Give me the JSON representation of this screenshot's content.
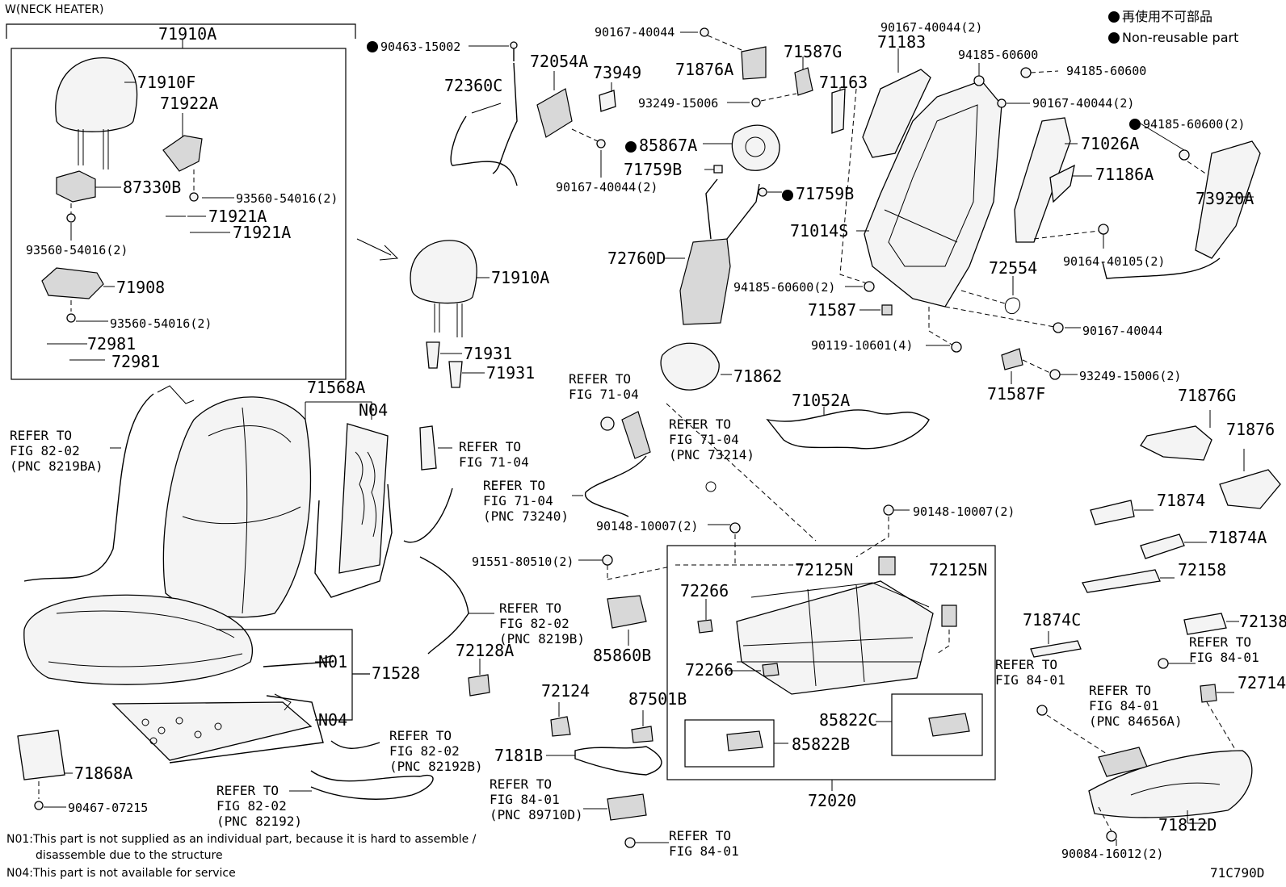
{
  "variant_title": "W(NECK HEATER)",
  "figure_code": "71C790D",
  "legend": {
    "line1": "再使用不可部品",
    "line2": "Non-reusable part"
  },
  "notes": {
    "n01_line1": "N01:This part is not supplied as an individual part, because it is hard to assemble /",
    "n01_line2": "disassemble due to the structure",
    "n04": "N04:This part is not available for service"
  },
  "callouts": {
    "p71910A_box": "71910A",
    "p71910F": "71910F",
    "p71922A": "71922A",
    "p87330B": "87330B",
    "p93560_1": "93560-54016(2)",
    "p93560_2": "93560-54016(2)",
    "p93560_3": "93560-54016(2)",
    "p71921A_1": "71921A",
    "p71921A_2": "71921A",
    "p71908": "71908",
    "p72981_1": "72981",
    "p72981_2": "72981",
    "p90463": "90463-15002",
    "p72360C": "72360C",
    "p72054A": "72054A",
    "p73949": "73949",
    "p90167_a": "90167-40044",
    "p71876A": "71876A",
    "p71587G": "71587G",
    "p90167_b": "90167-40044(2)",
    "p71183": "71183",
    "p94185_a": "94185-60600",
    "p94185_b": "94185-60600",
    "p71163": "71163",
    "p93249_a": "93249-15006",
    "p90167_c": "90167-40044(2)",
    "p94185_c": "94185-60600(2)",
    "p85867A": "85867A",
    "p71026A": "71026A",
    "p71759B_1": "71759B",
    "p71759B_2": "71759B",
    "p90167_d": "90167-40044(2)",
    "p71186A": "71186A",
    "p73920A": "73920A",
    "p71014S": "71014S",
    "p72760D": "72760D",
    "p90164": "90164-40105(2)",
    "p72554": "72554",
    "p94185_d": "94185-60600(2)",
    "p71587": "71587",
    "p90167_e": "90167-40044",
    "p90119": "90119-10601(4)",
    "p93249_b": "93249-15006(2)",
    "p71587F": "71587F",
    "p71910A_mid": "71910A",
    "p71931_1": "71931",
    "p71931_2": "71931",
    "p71862": "71862",
    "p71052A": "71052A",
    "p71876G": "71876G",
    "p71876": "71876",
    "p71568A": "71568A",
    "p_n04_top": "N04",
    "p71874": "71874",
    "p71874A": "71874A",
    "p90148_a": "90148-10007(2)",
    "p90148_b": "90148-10007(2)",
    "p91551": "91551-80510(2)",
    "p72125N_1": "72125N",
    "p72125N_2": "72125N",
    "p72158": "72158",
    "p72266_1": "72266",
    "p72266_2": "72266",
    "p72138": "72138",
    "p71874C": "71874C",
    "p72714": "72714",
    "p85860B": "85860B",
    "p72128A": "72128A",
    "p_n01": "N01",
    "p71528": "71528",
    "p_n04_bot": "N04",
    "p72124": "72124",
    "p87501B": "87501B",
    "p7181B": "7181B",
    "p85822C": "85822C",
    "p85822B": "85822B",
    "p71868A": "71868A",
    "p90467": "90467-07215",
    "p72020": "72020",
    "p71812D": "71812D",
    "p90084": "90084-16012(2)"
  },
  "refs": {
    "r_82_02_8219BA": "REFER TO\nFIG 82-02\n(PNC 8219BA)",
    "r_71_04_a": "REFER TO\nFIG 71-04",
    "r_71_04_b": "REFER TO\nFIG 71-04",
    "r_71_04_73214": "REFER TO\nFIG 71-04\n(PNC 73214)",
    "r_71_04_73240": "REFER TO\nFIG 71-04\n(PNC 73240)",
    "r_82_02_8219B": "REFER TO\nFIG 82-02\n(PNC 8219B)",
    "r_82_02_82192B": "REFER TO\nFIG 82-02\n(PNC 82192B)",
    "r_82_02_82192": "REFER TO\nFIG 82-02\n(PNC 82192)",
    "r_84_01_89710D": "REFER TO\nFIG 84-01\n(PNC 89710D)",
    "r_84_01_a": "REFER TO\nFIG 84-01",
    "r_84_01_b": "REFER TO\nFIG 84-01",
    "r_84_01_c": "REFER TO\nFIG 84-01",
    "r_84_01_84656A": "REFER TO\nFIG 84-01\n(PNC 84656A)"
  }
}
